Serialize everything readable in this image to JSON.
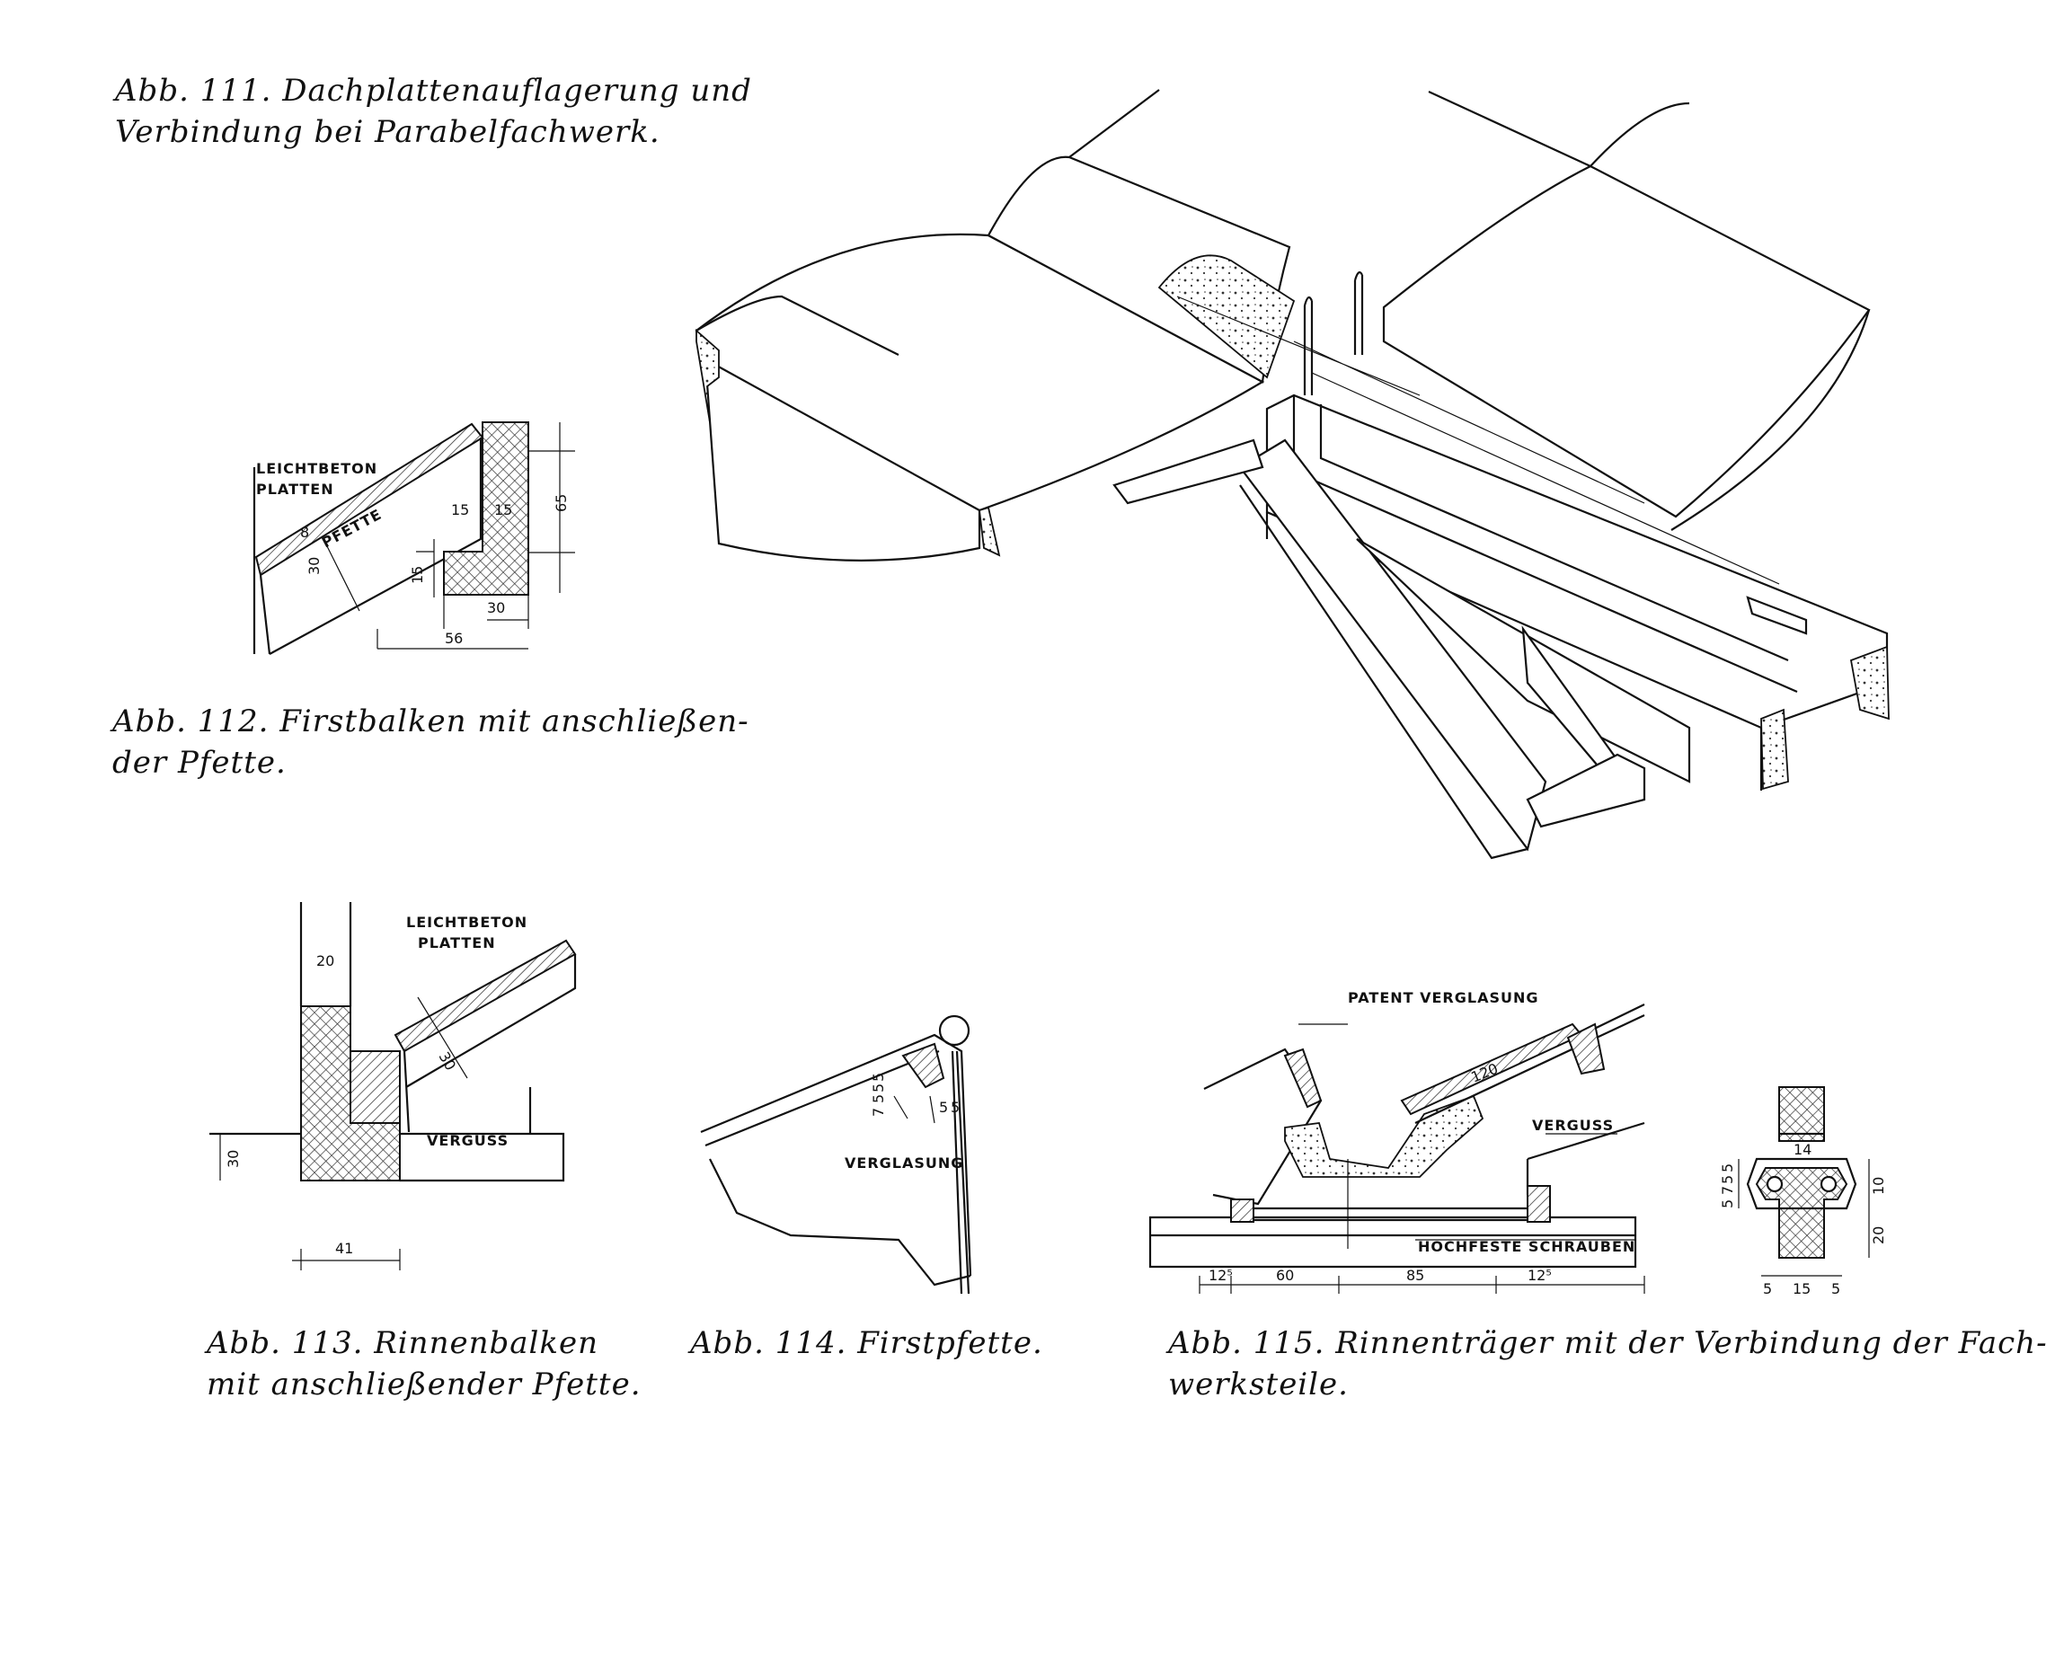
{
  "captions": {
    "fig111": [
      "Abb. 111. Dachplattenauflagerung und",
      "Verbindung bei Parabelfachwerk."
    ],
    "fig112": [
      "Abb. 112. Firstbalken mit anschließen-",
      "der Pfette."
    ],
    "fig113": [
      "Abb. 113. Rinnenbalken",
      "mit anschließender Pfette."
    ],
    "fig114": [
      "Abb. 114. Firstpfette."
    ],
    "fig115": [
      "Abb. 115. Rinnenträger mit der Verbindung der Fach-",
      "werksteile."
    ]
  },
  "fig112": {
    "labels": [
      "LEICHTBETON",
      "PLATTEN",
      "PFETTE"
    ],
    "dims": [
      "8",
      "15",
      "15",
      "65",
      "30",
      "15",
      "30",
      "56"
    ]
  },
  "fig113": {
    "labels": [
      "LEICHTBETON",
      "PLATTEN",
      "VERGUSS"
    ],
    "dims": [
      "20",
      "30",
      "30",
      "41"
    ]
  },
  "fig114": {
    "labels": [
      "VERGLASUNG"
    ],
    "dims": [
      "7",
      "5",
      "5",
      "5",
      "5",
      "5"
    ]
  },
  "fig115": {
    "labels": [
      "PATENT VERGLASUNG",
      "VERGUSS",
      "HOCHFESTE SCHRAUBEN"
    ],
    "dims": [
      "120",
      "12⁵",
      "60",
      "85",
      "12⁵"
    ]
  },
  "fig115b": {
    "dims": [
      "14",
      "5",
      "7",
      "5",
      "5",
      "10",
      "20",
      "5",
      "15",
      "5"
    ]
  }
}
